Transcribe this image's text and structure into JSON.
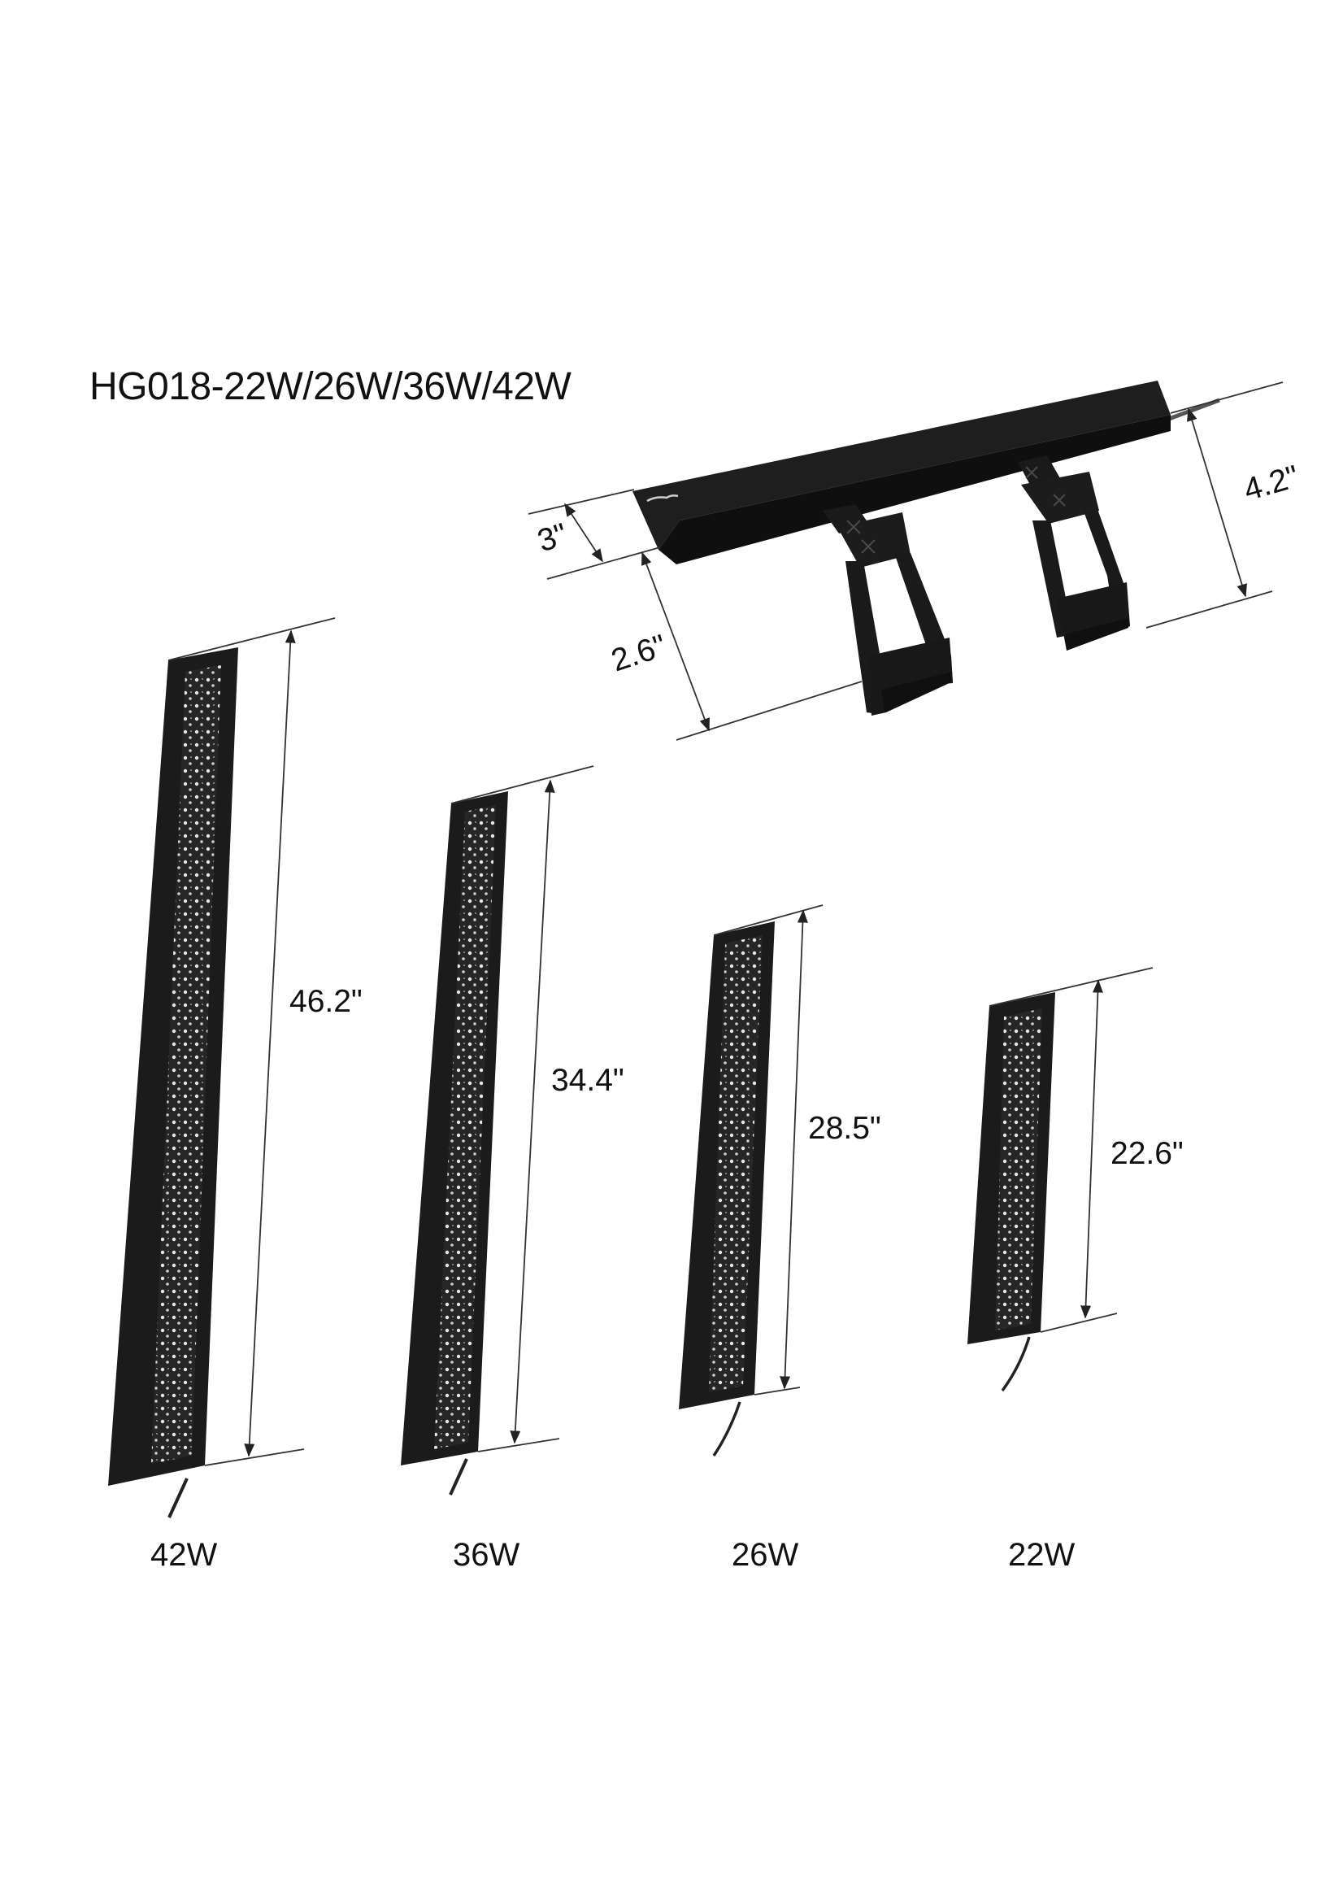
{
  "title": "HG018-22W/26W/36W/42W",
  "side_view": {
    "dimensions": {
      "depth": "3\"",
      "bracket_drop": "2.6\"",
      "total_height": "4.2\""
    }
  },
  "fixtures": [
    {
      "model": "42W",
      "length": "46.2\""
    },
    {
      "model": "36W",
      "length": "34.4\""
    },
    {
      "model": "26W",
      "length": "28.5\""
    },
    {
      "model": "22W",
      "length": "22.6\""
    }
  ],
  "colors": {
    "fixture_body": "#1c1c1c",
    "led_panel": "#2a2a2a",
    "led_dot": "#e8e8e8",
    "dimension_line": "#222222",
    "background": "#ffffff"
  }
}
